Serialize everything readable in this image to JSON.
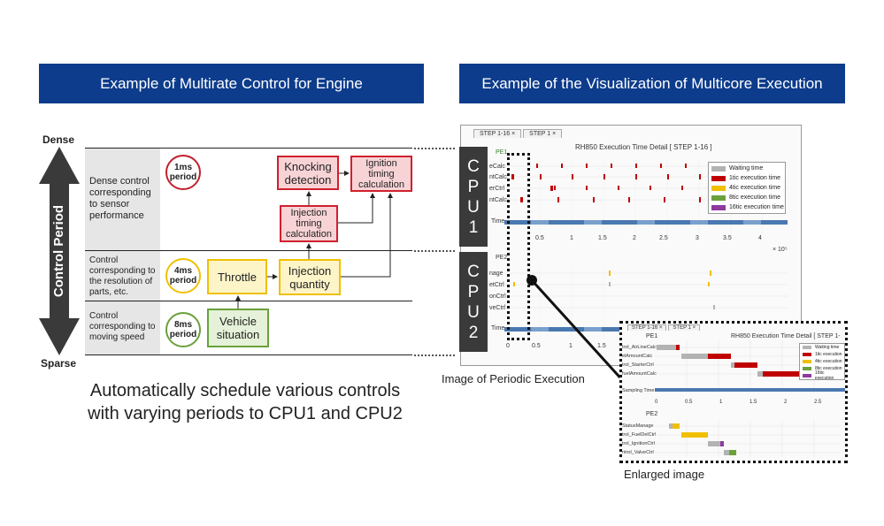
{
  "left": {
    "banner": "Example of Multirate Control for Engine",
    "dense": "Dense",
    "sparse": "Sparse",
    "axis_label": "Control Period",
    "rows": [
      {
        "desc": "Dense control corresponding to sensor performance",
        "period": "1ms period"
      },
      {
        "desc": "Control corresponding to the resolution of parts, etc.",
        "period": "4ms period"
      },
      {
        "desc": "Control corresponding to moving speed",
        "period": "8ms period"
      }
    ],
    "boxes": {
      "knocking": "Knocking detection",
      "ignition": "Ignition timing calculation",
      "injection_timing": "Injection timing calculation",
      "throttle": "Throttle",
      "injection_quantity": "Injection quantity",
      "vehicle": "Vehicle situation"
    },
    "headline": "Automatically schedule various controls with varying periods to CPU1 and CPU2"
  },
  "right": {
    "banner": "Example of the Visualization of Multicore Execution",
    "tabs": [
      "STEP 1-16",
      "STEP 1"
    ],
    "chart_title": "RH850 Execution Time Detail [ STEP 1-16 ]",
    "pe1": "PE1",
    "pe2": "PE2",
    "cpu1": [
      "C",
      "P",
      "U",
      "1"
    ],
    "cpu2": [
      "C",
      "P",
      "U",
      "2"
    ],
    "pe1_tasks": [
      "eCalc",
      "ntCalc",
      "erCtrl",
      "ntCalc",
      "Time"
    ],
    "pe2_tasks": [
      "nage",
      "etCtrl",
      "onCtrl",
      "veCtrl",
      "Time"
    ],
    "xticks": [
      "0.5",
      "1",
      "1.5",
      "2",
      "2.5",
      "3",
      "3.5",
      "4"
    ],
    "xticks2": [
      "0",
      "0.5",
      "1",
      "1.5"
    ],
    "x_exp": "× 10⁵",
    "legend": [
      {
        "label": "Waiting time",
        "color": "#b3b3b3"
      },
      {
        "label": "1tic execution time",
        "color": "#c00000"
      },
      {
        "label": "4tic execution time",
        "color": "#f0c000"
      },
      {
        "label": "8tic execution time",
        "color": "#6aa13b"
      },
      {
        "label": "16tic execution time",
        "color": "#8e3a9e"
      }
    ],
    "caption_periodic": "Image of Periodic Execution",
    "caption_enlarged": "Enlarged image",
    "enlarged": {
      "tabs": [
        "STEP 1-16",
        "STEP 1"
      ],
      "title": "RH850 Execution Time Detail [ STEP 1-",
      "pe1": "PE1",
      "pe2": "PE2",
      "pe1_tasks": [
        "trol_AirLineCalc",
        "elAmountCalc",
        "trol_StarterCtrl",
        "fuelAmountCalc",
        "Sampling Time"
      ],
      "pe2_tasks": [
        "StatusManage",
        "trol_FuelDelCtrl",
        "trol_IgnitionCtrl",
        "ntrol_ValveCtrl"
      ],
      "xticks": [
        "0",
        "0.5",
        "1",
        "1.5",
        "2",
        "2.5"
      ],
      "legend": [
        "Waiting time",
        "1tic execution",
        "4tic execution",
        "8tic execution",
        "16tic execution"
      ]
    }
  }
}
